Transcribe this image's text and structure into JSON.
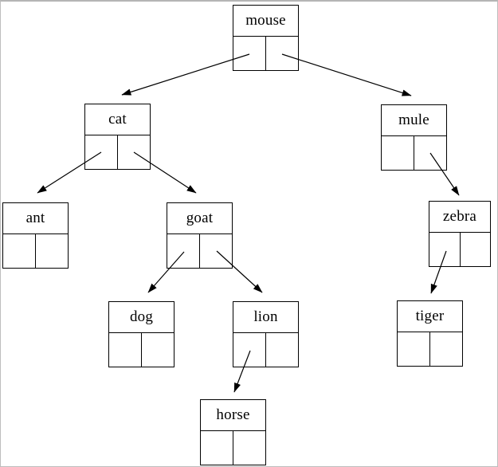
{
  "diagram": {
    "type": "binary-search-tree",
    "background_color": "#ffffff",
    "line_color": "#000000",
    "border_color": "#bdbdbd",
    "nodes": [
      {
        "id": "mouse",
        "label": "mouse",
        "left_child": "cat",
        "right_child": "mule"
      },
      {
        "id": "cat",
        "label": "cat",
        "left_child": "ant",
        "right_child": "goat"
      },
      {
        "id": "mule",
        "label": "mule",
        "left_child": null,
        "right_child": "zebra"
      },
      {
        "id": "ant",
        "label": "ant",
        "left_child": null,
        "right_child": null
      },
      {
        "id": "goat",
        "label": "goat",
        "left_child": "dog",
        "right_child": "lion"
      },
      {
        "id": "zebra",
        "label": "zebra",
        "left_child": "tiger",
        "right_child": null
      },
      {
        "id": "dog",
        "label": "dog",
        "left_child": null,
        "right_child": null
      },
      {
        "id": "lion",
        "label": "lion",
        "left_child": "horse",
        "right_child": null
      },
      {
        "id": "tiger",
        "label": "tiger",
        "left_child": null,
        "right_child": null
      },
      {
        "id": "horse",
        "label": "horse",
        "left_child": null,
        "right_child": null
      }
    ],
    "edges": [
      {
        "from": "mouse",
        "pointer": "left",
        "to": "cat"
      },
      {
        "from": "mouse",
        "pointer": "right",
        "to": "mule"
      },
      {
        "from": "cat",
        "pointer": "left",
        "to": "ant"
      },
      {
        "from": "cat",
        "pointer": "right",
        "to": "goat"
      },
      {
        "from": "mule",
        "pointer": "right",
        "to": "zebra"
      },
      {
        "from": "goat",
        "pointer": "left",
        "to": "dog"
      },
      {
        "from": "goat",
        "pointer": "right",
        "to": "lion"
      },
      {
        "from": "zebra",
        "pointer": "left",
        "to": "tiger"
      },
      {
        "from": "lion",
        "pointer": "left",
        "to": "horse"
      }
    ]
  }
}
